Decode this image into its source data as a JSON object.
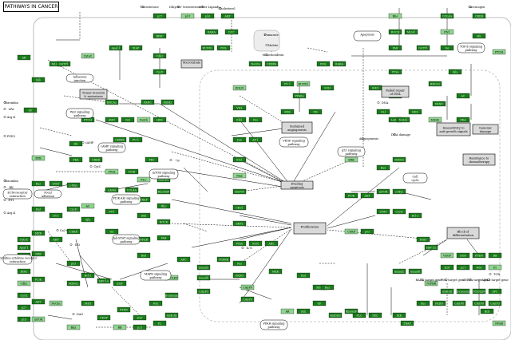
{
  "title": "PATHWAYS IN CANCER",
  "colors": {
    "gene": "#1a7a1a",
    "gene_light": "#8fd58f",
    "pathway_border": "#000000",
    "grey_box": "#d9d9d9",
    "edge": "#000000"
  },
  "pathways": [
    {
      "id": "adherens",
      "label": "Adherens junction"
    },
    {
      "id": "wnt",
      "label": "Wnt signaling pathway"
    },
    {
      "id": "camp",
      "label": "cAMP signaling pathway"
    },
    {
      "id": "focal",
      "label": "Focal adhesion"
    },
    {
      "id": "pi3k",
      "label": "PI3K-Akt signaling pathway"
    },
    {
      "id": "mtor",
      "label": "mTOR signaling pathway"
    },
    {
      "id": "jak",
      "label": "Jak-STAT signaling pathway"
    },
    {
      "id": "mapk",
      "label": "MAPK signaling pathway"
    },
    {
      "id": "vegf",
      "label": "VEGF signaling pathway"
    },
    {
      "id": "p53",
      "label": "p53 signaling pathway"
    },
    {
      "id": "tgfb",
      "label": "TGF-β signaling pathway"
    },
    {
      "id": "apoptosis",
      "label": "Apoptosis"
    },
    {
      "id": "cellcycle",
      "label": "Cell cycle"
    },
    {
      "id": "ppar",
      "label": "PPAR signaling pathway"
    },
    {
      "id": "cytokine",
      "label": "Cytokine-cytokine receptor interaction"
    },
    {
      "id": "ecm",
      "label": "ECM-receptor interaction"
    }
  ],
  "outcomes": [
    {
      "id": "sustained",
      "label": "Sustained angiogenesis"
    },
    {
      "id": "evading",
      "label": "Evading apoptosis"
    },
    {
      "id": "prolif",
      "label": "Proliferation"
    },
    {
      "id": "block",
      "label": "Block of differentiation"
    },
    {
      "id": "insens",
      "label": "Insensitivity to anti-growth signals"
    },
    {
      "id": "genomic",
      "label": "Genomic damage"
    },
    {
      "id": "resist",
      "label": "Resistance to chemotherapy"
    },
    {
      "id": "failed",
      "label": "Failed repair of DNA"
    },
    {
      "id": "tumor",
      "label": "Tumor invasion & metastasis"
    },
    {
      "id": "microtub",
      "label": "Microtubule"
    }
  ],
  "texts": [
    {
      "id": "testosterone",
      "label": "Testosterone"
    },
    {
      "id": "dihydro",
      "label": "Dihydro- testosterone"
    },
    {
      "id": "other",
      "label": "Other Ligands"
    },
    {
      "id": "chol",
      "label": "Cholesterol"
    },
    {
      "id": "mitochondrion",
      "label": "Mitochondrion"
    },
    {
      "id": "fumarate",
      "label": "Fumarate"
    },
    {
      "id": "malate",
      "label": "Malate"
    },
    {
      "id": "carcinogen",
      "label": "Carcinogen"
    },
    {
      "id": "dna",
      "label": "DNA"
    },
    {
      "id": "dnadamage",
      "label": "DNA damage"
    },
    {
      "id": "angiogenesis",
      "label": "Angiogenesis"
    },
    {
      "id": "thrombin",
      "label": "Thrombin"
    },
    {
      "id": "lpa",
      "label": "LPA"
    },
    {
      "id": "argk",
      "label": "Arg.K"
    },
    {
      "id": "pge2",
      "label": "PGE2"
    },
    {
      "id": "thrombin2",
      "label": "Thrombin"
    },
    {
      "id": "bk",
      "label": "BK"
    },
    {
      "id": "et1",
      "label": "ET1"
    },
    {
      "id": "argk2",
      "label": "Arg.K"
    },
    {
      "id": "dag",
      "label": "DAG"
    },
    {
      "id": "ip3",
      "label": "IP3"
    },
    {
      "id": "ca",
      "label": "Ca2+"
    },
    {
      "id": "camp",
      "label": "cAMP"
    },
    {
      "id": "rara",
      "label": "RARA target gene"
    },
    {
      "id": "pml",
      "label": "PML target gene"
    },
    {
      "id": "cebpa",
      "label": "CEBPA target gene"
    },
    {
      "id": "aml1",
      "label": "AML1 target gene"
    },
    {
      "id": "tcr",
      "label": "TCR"
    },
    {
      "id": "il6",
      "label": "IL-6"
    },
    {
      "id": "cytc",
      "label": "CytC"
    },
    {
      "id": "p",
      "label": "+p"
    }
  ],
  "genes": [
    {
      "label": "AR"
    },
    {
      "label": "Shh"
    },
    {
      "label": "GF"
    },
    {
      "label": "RTK"
    },
    {
      "label": "Ras"
    },
    {
      "label": "Raf"
    },
    {
      "label": "MEK"
    },
    {
      "label": "ERK"
    },
    {
      "label": "PI3K"
    },
    {
      "label": "AKT"
    },
    {
      "label": "mTOR"
    },
    {
      "label": "STAT"
    },
    {
      "label": "c-Myc"
    },
    {
      "label": "CycD"
    },
    {
      "label": "CDK4"
    },
    {
      "label": "p53"
    },
    {
      "label": "MDM2"
    },
    {
      "label": "Bax"
    },
    {
      "label": "Bcl-2"
    },
    {
      "label": "FHIT"
    },
    {
      "label": "HIF-1α"
    },
    {
      "label": "VEGF"
    },
    {
      "label": "EGF"
    },
    {
      "label": "PTEN"
    },
    {
      "label": "RB"
    },
    {
      "label": "E2F"
    },
    {
      "label": "p21"
    },
    {
      "label": "Wnt"
    },
    {
      "label": "Fz"
    },
    {
      "label": "GSK-3β"
    },
    {
      "label": "β-catenin"
    },
    {
      "label": "TCF/LEF"
    },
    {
      "label": "APC"
    },
    {
      "label": "Smad2"
    },
    {
      "label": "Smad4"
    },
    {
      "label": "TGFBR"
    },
    {
      "label": "Fas"
    },
    {
      "label": "FADD"
    },
    {
      "label": "CASP8"
    },
    {
      "label": "CASP9"
    },
    {
      "label": "CASP3"
    },
    {
      "label": "BID"
    },
    {
      "label": "NFκB"
    },
    {
      "label": "IKK"
    },
    {
      "label": "TRAF"
    },
    {
      "label": "PLC"
    },
    {
      "label": "PKC"
    },
    {
      "label": "RalGDS"
    },
    {
      "label": "RhoGEF"
    },
    {
      "label": "Rho"
    },
    {
      "label": "ROCK"
    },
    {
      "label": "FAK"
    },
    {
      "label": "ITGA"
    },
    {
      "label": "ITGB"
    },
    {
      "label": "LAMA"
    },
    {
      "label": "COL4A"
    },
    {
      "label": "FN1"
    },
    {
      "label": "Gα"
    },
    {
      "label": "Gβγ"
    },
    {
      "label": "AC"
    },
    {
      "label": "PKA"
    },
    {
      "label": "CREB"
    },
    {
      "label": "Hh"
    },
    {
      "label": "PTCH"
    },
    {
      "label": "SMO"
    },
    {
      "label": "GLI"
    },
    {
      "label": "Notch"
    },
    {
      "label": "HES"
    },
    {
      "label": "BRCA2"
    },
    {
      "label": "FANC"
    },
    {
      "label": "MSH2"
    },
    {
      "label": "MLH1"
    },
    {
      "label": "GSTP1"
    },
    {
      "label": "CytoC"
    },
    {
      "label": "Apaf-1"
    },
    {
      "label": "XIAP"
    },
    {
      "label": "BIRC"
    },
    {
      "label": "Cdk2"
    },
    {
      "label": "CycE"
    },
    {
      "label": "p27"
    },
    {
      "label": "p15"
    },
    {
      "label": "p16"
    },
    {
      "label": "ARF"
    },
    {
      "label": "DCC"
    },
    {
      "label": "Netrin"
    },
    {
      "label": "CEBPA"
    },
    {
      "label": "PU.1"
    },
    {
      "label": "RUNX1"
    },
    {
      "label": "PML"
    },
    {
      "label": "RARA"
    },
    {
      "label": "PPARγ"
    },
    {
      "label": "RXR"
    },
    {
      "label": "FH"
    },
    {
      "label": "SDH"
    },
    {
      "label": "EGLN"
    },
    {
      "label": "VHL"
    },
    {
      "label": "Elk1"
    },
    {
      "label": "Fos"
    },
    {
      "label": "Jun"
    },
    {
      "label": "AP-1"
    },
    {
      "label": "Ets1"
    },
    {
      "label": "Max"
    },
    {
      "label": "HSP90"
    },
    {
      "label": "CKS1"
    },
    {
      "label": "SKP2"
    },
    {
      "label": "PIAS"
    },
    {
      "label": "BCR"
    },
    {
      "label": "ABL"
    }
  ]
}
